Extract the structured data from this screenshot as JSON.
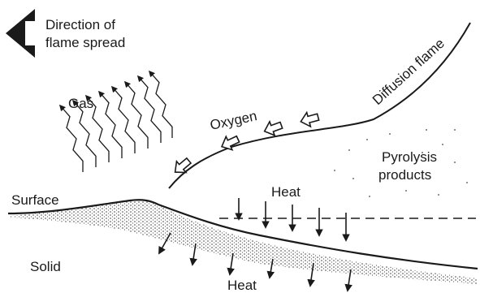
{
  "labels": {
    "direction_line1": "Direction of",
    "direction_line2": "flame spread",
    "gas": "Gas",
    "oxygen": "Oxygen",
    "diffusion_flame": "Diffusion flame",
    "pyrolysis_line1": "Pyrolysis",
    "pyrolysis_line2": "products",
    "surface": "Surface",
    "heat_top": "Heat",
    "solid": "Solid",
    "heat_bottom": "Heat"
  },
  "icons": {
    "direction": "big-left-arrow-icon",
    "gas": "wavy-arrow-icon",
    "oxygen": "hollow-arrow-icon",
    "heat": "down-arrow-icon"
  },
  "colors": {
    "ink": "#1a1a1a",
    "background": "#ffffff"
  }
}
